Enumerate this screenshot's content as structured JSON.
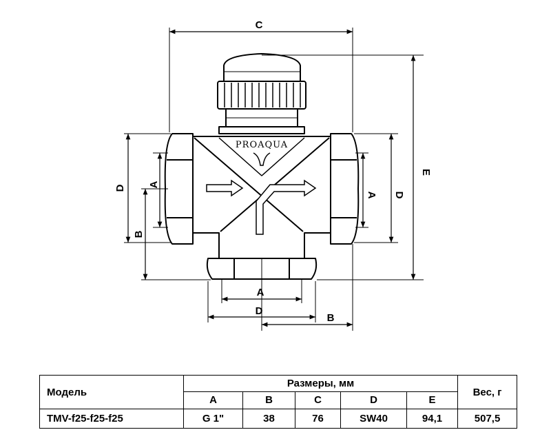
{
  "drawing": {
    "brand": "PROAQUA",
    "dimension_labels": {
      "top_width": "C",
      "height": "E",
      "left_outer": "D",
      "left_inner": "A",
      "left_offset": "B",
      "right_inner": "A",
      "right_outer": "D",
      "bottom_inner": "A",
      "bottom_outer": "D",
      "bottom_offset": "B"
    },
    "colors": {
      "line": "#000000",
      "body": "#ffffff"
    }
  },
  "table": {
    "model_header": "Модель",
    "sizes_header": "Размеры, мм",
    "weight_header": "Вес, г",
    "columns": [
      "A",
      "B",
      "C",
      "D",
      "E"
    ],
    "rows": [
      {
        "model": "TMV-f25-f25-f25",
        "values": [
          "G 1\"",
          "38",
          "76",
          "SW40",
          "94,1"
        ],
        "weight": "507,5"
      }
    ]
  }
}
